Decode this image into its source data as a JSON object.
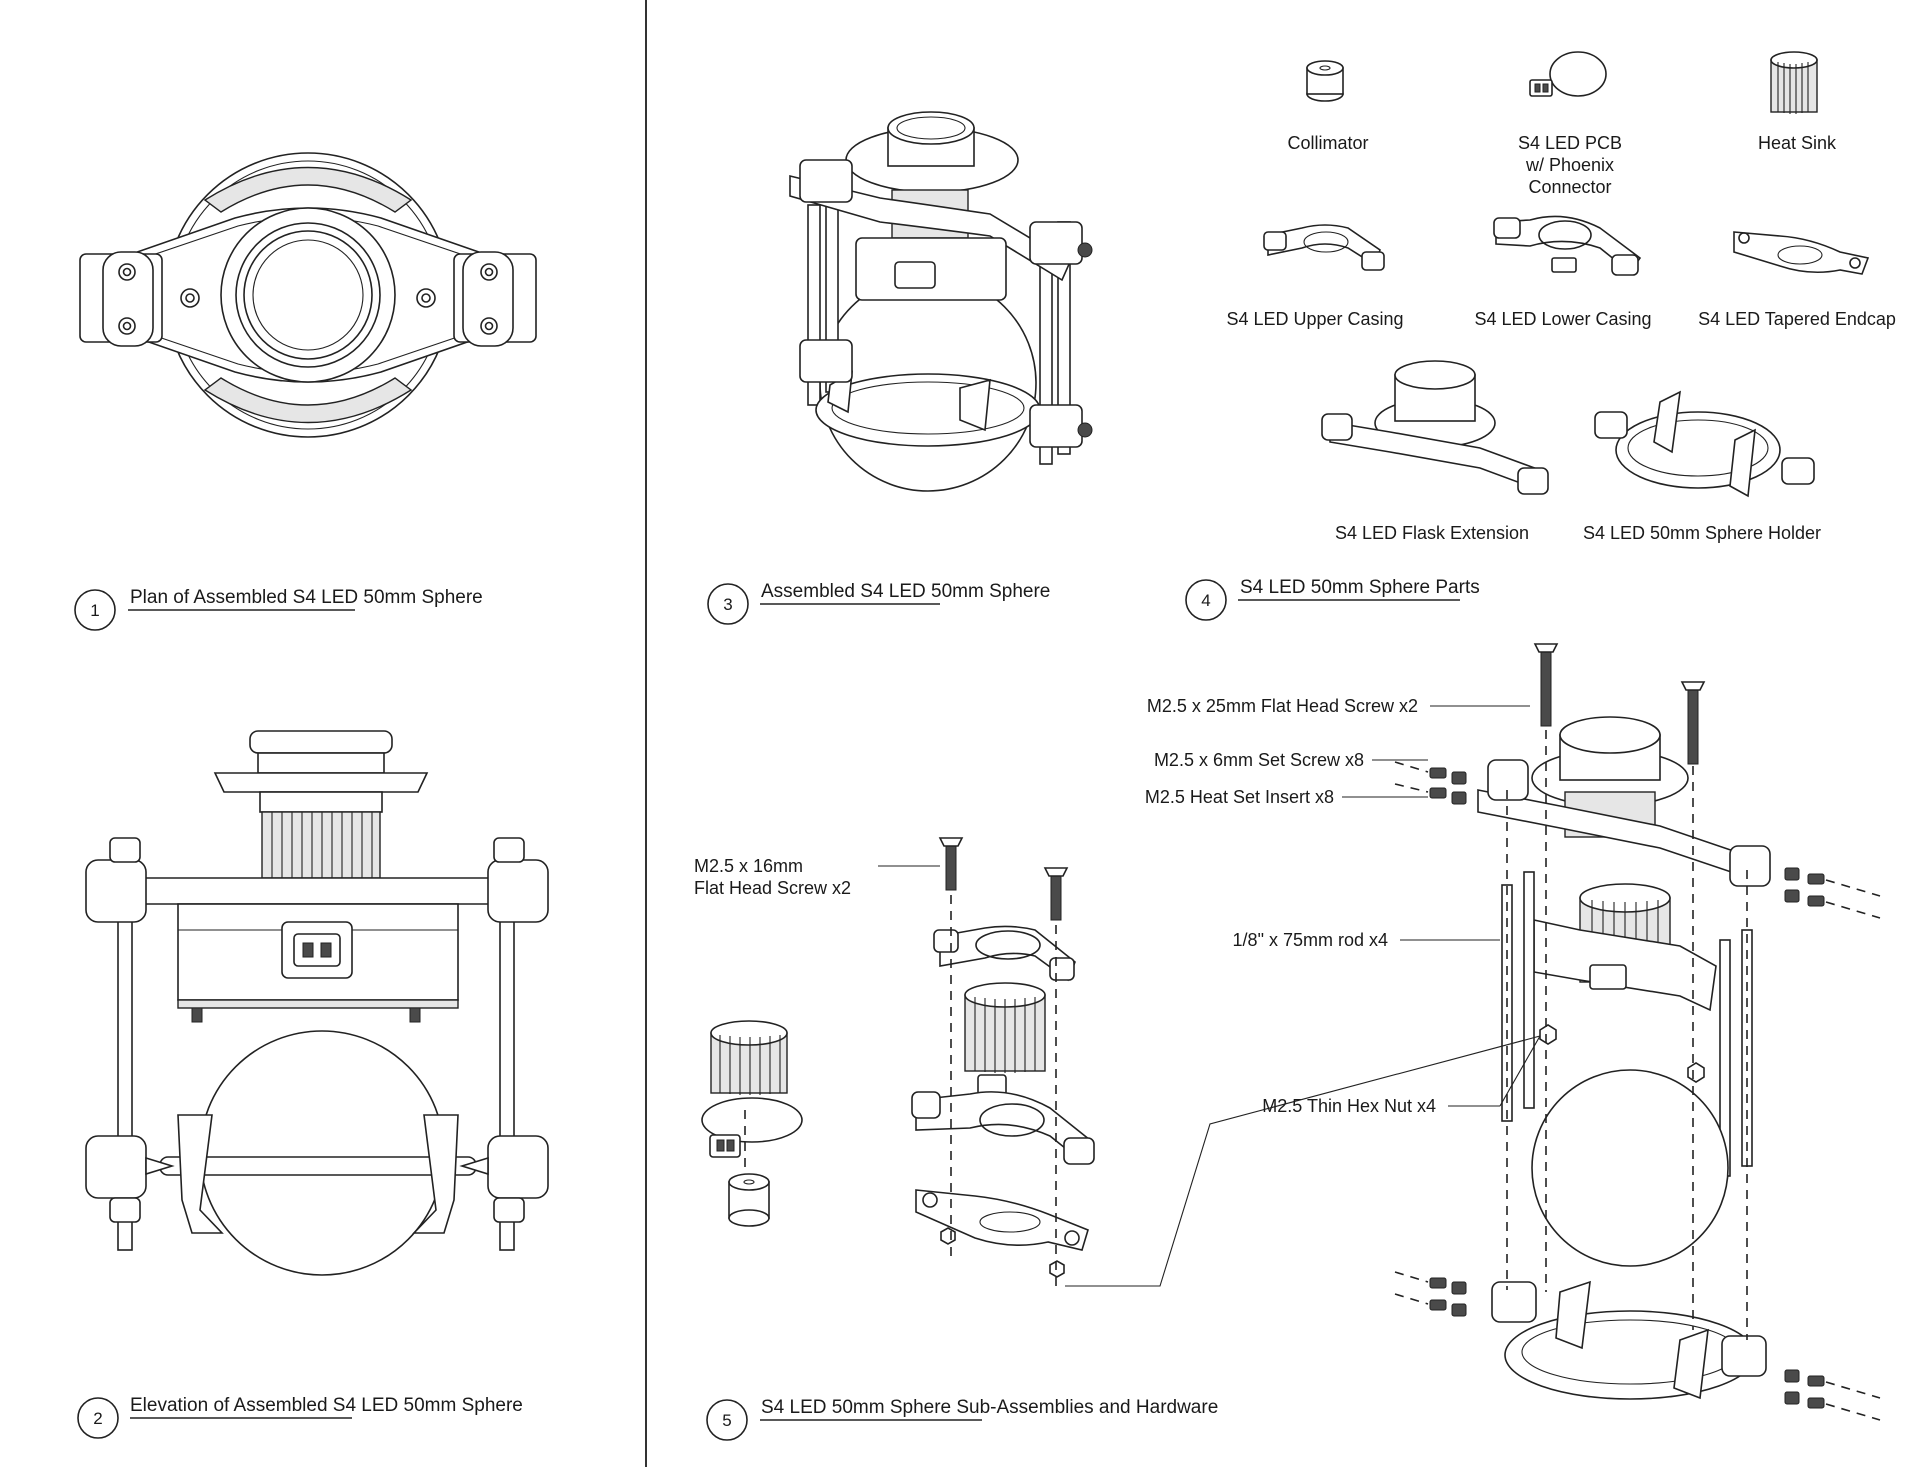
{
  "views": {
    "v1": {
      "number": "1",
      "caption": "Plan of Assembled S4 LED 50mm Sphere"
    },
    "v2": {
      "number": "2",
      "caption": "Elevation of Assembled S4 LED 50mm Sphere"
    },
    "v3": {
      "number": "3",
      "caption": "Assembled S4 LED 50mm Sphere"
    },
    "v4": {
      "number": "4",
      "caption": "S4 LED 50mm Sphere Parts"
    },
    "v5": {
      "number": "5",
      "caption": "S4 LED 50mm Sphere Sub-Assemblies and Hardware"
    }
  },
  "parts": {
    "collimator": "Collimator",
    "pcb_l1": "S4 LED PCB",
    "pcb_l2": "w/ Phoenix",
    "pcb_l3": "Connector",
    "heat_sink": "Heat Sink",
    "upper_casing": "S4 LED Upper Casing",
    "lower_casing": "S4 LED Lower Casing",
    "tapered_endcap": "S4 LED Tapered Endcap",
    "flask_extension": "S4 LED Flask Extension",
    "sphere_holder": "S4 LED 50mm Sphere Holder"
  },
  "hardware": {
    "flat_head_25": "M2.5 x 25mm Flat Head Screw x2",
    "set_screw": "M2.5 x 6mm Set Screw x8",
    "heat_set_insert": "M2.5 Heat Set Insert x8",
    "flat_head_16_l1": "M2.5 x 16mm",
    "flat_head_16_l2": "Flat Head Screw x2",
    "rod": "1/8\" x 75mm rod x4",
    "hex_nut": "M2.5 Thin Hex Nut x4"
  }
}
